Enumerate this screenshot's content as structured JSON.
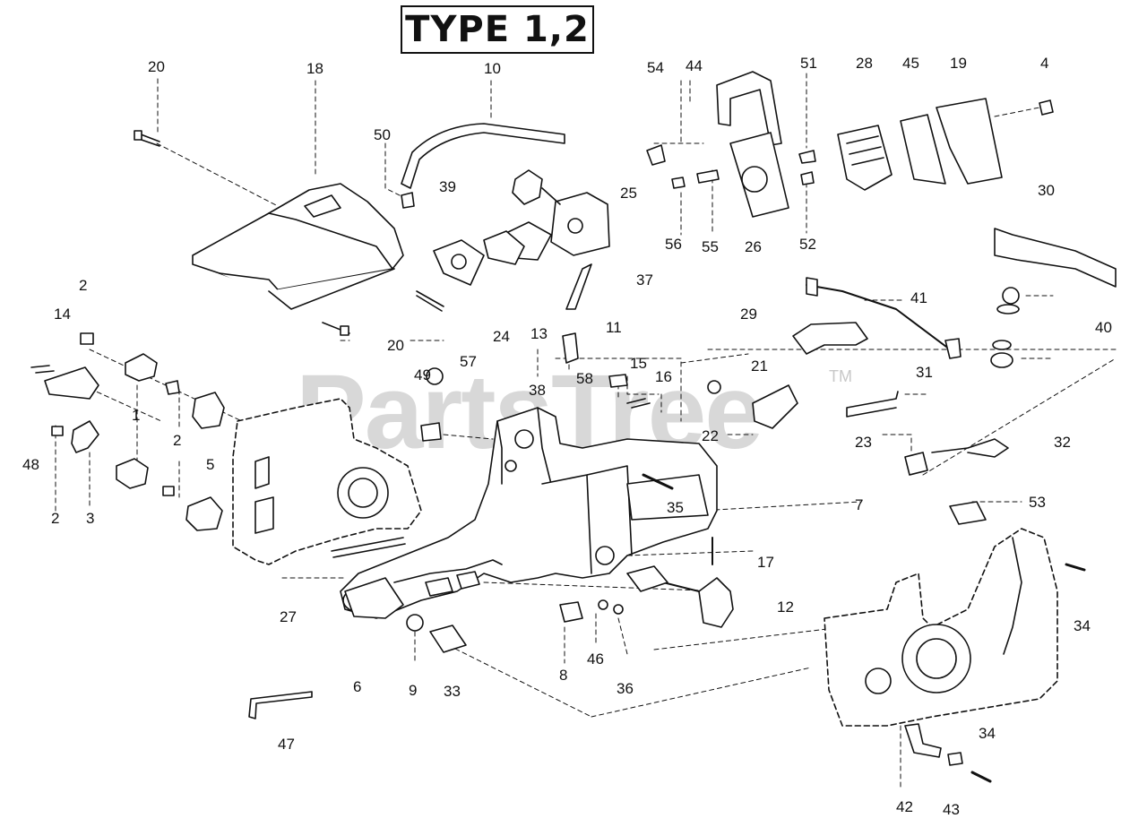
{
  "header": {
    "type_label": "TYPE 1,2"
  },
  "watermark": {
    "text": "PartsTree",
    "tm": "TM"
  },
  "callouts": [
    {
      "id": "c1",
      "text": "1"
    },
    {
      "id": "c2a",
      "text": "2"
    },
    {
      "id": "c2b",
      "text": "2"
    },
    {
      "id": "c2c",
      "text": "2"
    },
    {
      "id": "c3",
      "text": "3"
    },
    {
      "id": "c4",
      "text": "4"
    },
    {
      "id": "c5",
      "text": "5"
    },
    {
      "id": "c6",
      "text": "6"
    },
    {
      "id": "c7",
      "text": "7"
    },
    {
      "id": "c8",
      "text": "8"
    },
    {
      "id": "c9",
      "text": "9"
    },
    {
      "id": "c10",
      "text": "10"
    },
    {
      "id": "c11",
      "text": "11"
    },
    {
      "id": "c12",
      "text": "12"
    },
    {
      "id": "c13",
      "text": "13"
    },
    {
      "id": "c14",
      "text": "14"
    },
    {
      "id": "c15",
      "text": "15"
    },
    {
      "id": "c16",
      "text": "16"
    },
    {
      "id": "c17",
      "text": "17"
    },
    {
      "id": "c18",
      "text": "18"
    },
    {
      "id": "c19",
      "text": "19"
    },
    {
      "id": "c20a",
      "text": "20"
    },
    {
      "id": "c20b",
      "text": "20"
    },
    {
      "id": "c21",
      "text": "21"
    },
    {
      "id": "c22",
      "text": "22"
    },
    {
      "id": "c23",
      "text": "23"
    },
    {
      "id": "c24",
      "text": "24"
    },
    {
      "id": "c25",
      "text": "25"
    },
    {
      "id": "c26",
      "text": "26"
    },
    {
      "id": "c27",
      "text": "27"
    },
    {
      "id": "c28",
      "text": "28"
    },
    {
      "id": "c29",
      "text": "29"
    },
    {
      "id": "c30",
      "text": "30"
    },
    {
      "id": "c31",
      "text": "31"
    },
    {
      "id": "c32",
      "text": "32"
    },
    {
      "id": "c33",
      "text": "33"
    },
    {
      "id": "c34a",
      "text": "34"
    },
    {
      "id": "c34b",
      "text": "34"
    },
    {
      "id": "c35",
      "text": "35"
    },
    {
      "id": "c36",
      "text": "36"
    },
    {
      "id": "c37",
      "text": "37"
    },
    {
      "id": "c38",
      "text": "38"
    },
    {
      "id": "c39",
      "text": "39"
    },
    {
      "id": "c40",
      "text": "40"
    },
    {
      "id": "c41",
      "text": "41"
    },
    {
      "id": "c42",
      "text": "42"
    },
    {
      "id": "c43",
      "text": "43"
    },
    {
      "id": "c44",
      "text": "44"
    },
    {
      "id": "c45",
      "text": "45"
    },
    {
      "id": "c46",
      "text": "46"
    },
    {
      "id": "c47",
      "text": "47"
    },
    {
      "id": "c48",
      "text": "48"
    },
    {
      "id": "c49",
      "text": "49"
    },
    {
      "id": "c50",
      "text": "50"
    },
    {
      "id": "c51",
      "text": "51"
    },
    {
      "id": "c52",
      "text": "52"
    },
    {
      "id": "c53",
      "text": "53"
    },
    {
      "id": "c54",
      "text": "54"
    },
    {
      "id": "c55",
      "text": "55"
    },
    {
      "id": "c56",
      "text": "56"
    },
    {
      "id": "c57",
      "text": "57"
    },
    {
      "id": "c58",
      "text": "58"
    }
  ]
}
